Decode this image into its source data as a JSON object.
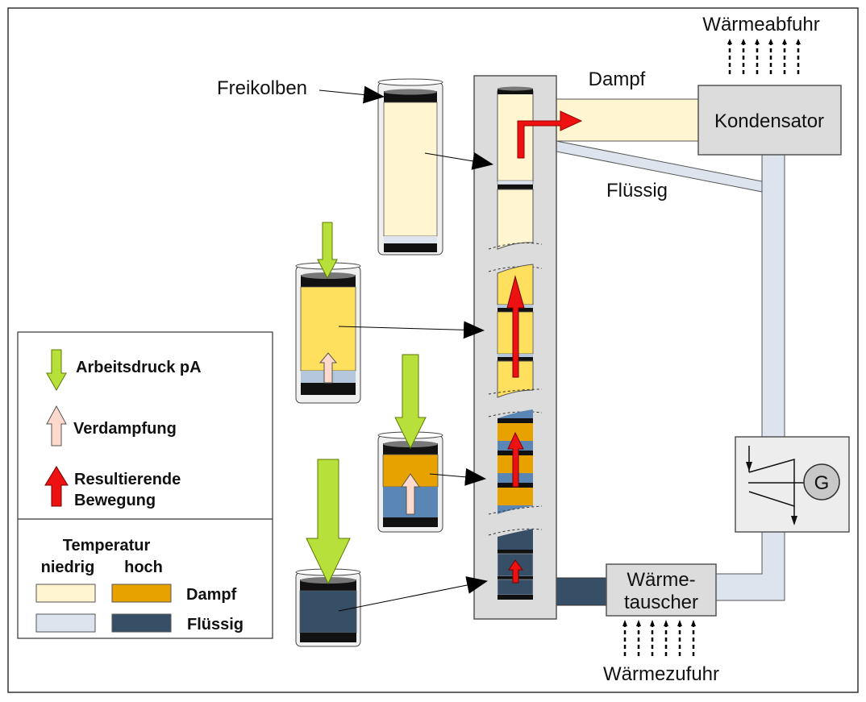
{
  "labels": {
    "freikolben": "Freikolben",
    "dampf_pipe": "Dampf",
    "fluessig_pipe": "Flüssig",
    "kondensator": "Kondensator",
    "waermeabfuhr": "Wärmeabfuhr",
    "waermetauscher_line1": "Wärme-",
    "waermetauscher_line2": "tauscher",
    "waermezufuhr": "Wärmezufuhr",
    "generator": "G"
  },
  "legend": {
    "arrows": [
      {
        "label": "Arbeitsdruck pA",
        "icon": "green-down-arrow"
      },
      {
        "label": "Verdampfung",
        "icon": "pink-up-arrow"
      },
      {
        "label_line1": "Resultierende",
        "label_line2": "Bewegung",
        "icon": "red-up-arrow"
      }
    ],
    "temperature_title": "Temperatur",
    "low": "niedrig",
    "high": "hoch",
    "rows": [
      {
        "label": "Dampf",
        "low_color": "#FFF5D1",
        "high_color": "#E8A200"
      },
      {
        "label": "Flüssig",
        "low_color": "#DDE4EE",
        "high_color": "#364F66"
      }
    ]
  },
  "colors": {
    "green": "#B8E03A",
    "pink": "#FFD9CC",
    "red": "#EE1111",
    "vapor_low": "#FFF5D1",
    "vapor_mid": "#FFDF5E",
    "vapor_high": "#E8A200",
    "liquid_low": "#DDE4EE",
    "liquid_mid": "#B3C6DC",
    "liquid_blue": "#5A86B5",
    "liquid_high": "#364F66",
    "box_gray": "#DCDCDC"
  }
}
